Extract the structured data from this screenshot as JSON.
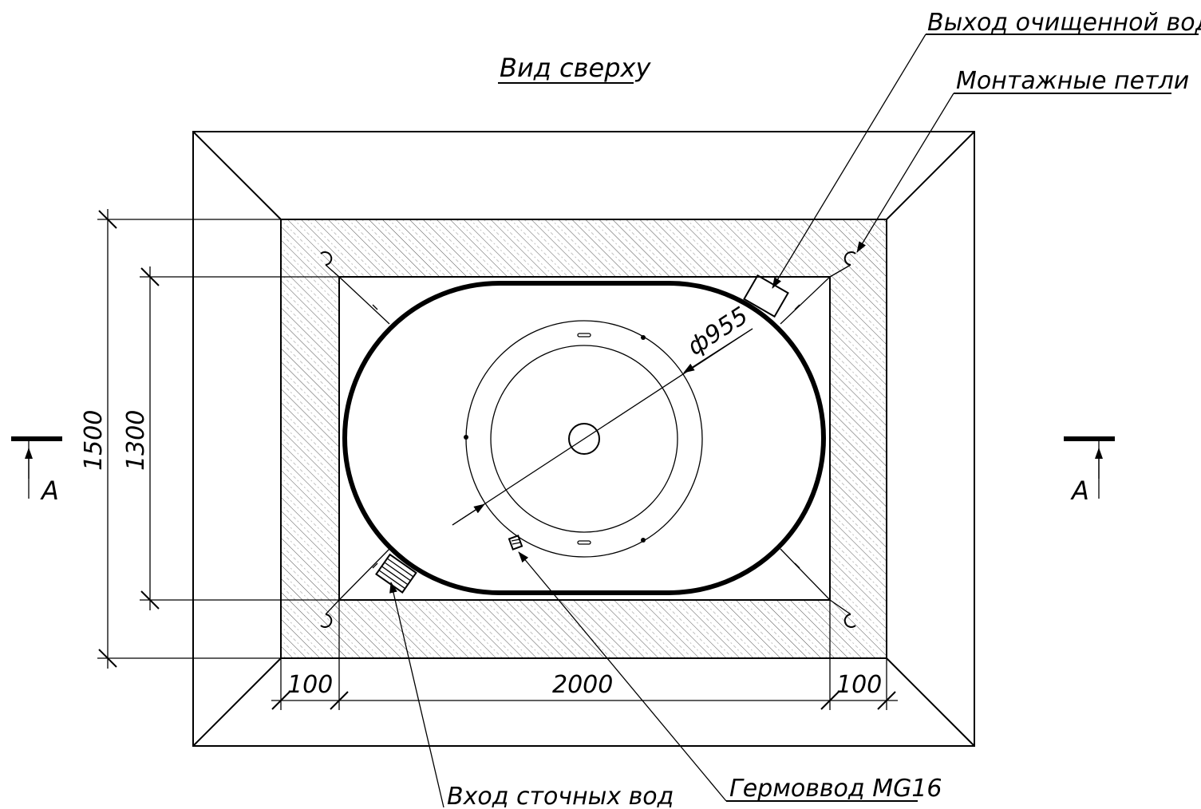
{
  "title": "Вид сверху",
  "labels": {
    "outlet": "Выход очищенной воды",
    "loops": "Монтажные петли",
    "inlet": "Вход сточных вод",
    "gland": "Гермоввод MG16"
  },
  "dimensions": {
    "d1500": "1500",
    "d1300": "1300",
    "d100_left": "100",
    "d2000": "2000",
    "d100_right": "100",
    "diameter": "ф955"
  },
  "section": {
    "left": "A",
    "right": "A"
  }
}
